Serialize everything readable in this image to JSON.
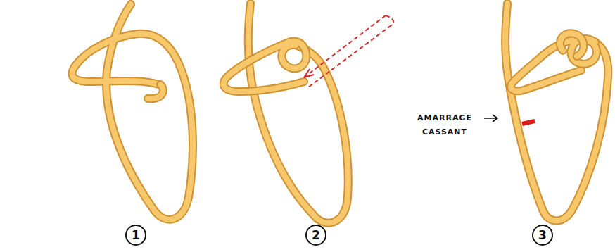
{
  "diagram": {
    "labels": [
      "1",
      "2",
      "3",
      "AMARRAGE CASSANT"
    ]
  }
}
